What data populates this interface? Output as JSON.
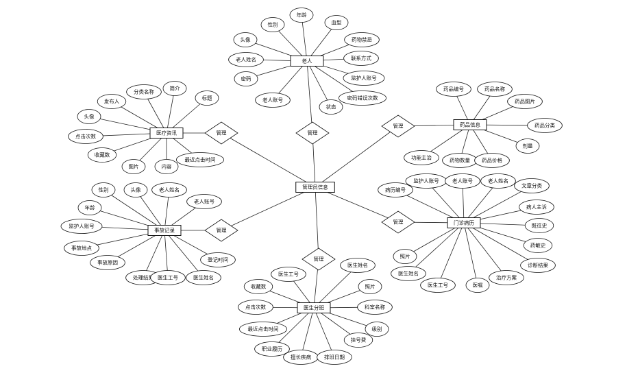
{
  "entities": [
    {
      "id": "admin",
      "label": "管理员信息"
    },
    {
      "id": "elder",
      "label": "老人"
    },
    {
      "id": "drug",
      "label": "药品信息"
    },
    {
      "id": "record",
      "label": "门诊病历"
    },
    {
      "id": "doctor",
      "label": "医生分班"
    },
    {
      "id": "accident",
      "label": "事故记录"
    },
    {
      "id": "news",
      "label": "医疗资讯"
    }
  ],
  "relationships": [
    {
      "id": "rel_elder",
      "label": "管理",
      "between": [
        "admin",
        "elder"
      ]
    },
    {
      "id": "rel_drug",
      "label": "管理",
      "between": [
        "admin",
        "drug"
      ]
    },
    {
      "id": "rel_record",
      "label": "管理",
      "between": [
        "admin",
        "record"
      ]
    },
    {
      "id": "rel_doctor",
      "label": "管理",
      "between": [
        "admin",
        "doctor"
      ]
    },
    {
      "id": "rel_accident",
      "label": "管理",
      "between": [
        "admin",
        "accident"
      ]
    },
    {
      "id": "rel_news",
      "label": "管理",
      "between": [
        "admin",
        "news"
      ]
    }
  ],
  "attributes": [
    {
      "id": "e1",
      "entity": "elder",
      "label": "性别"
    },
    {
      "id": "e2",
      "entity": "elder",
      "label": "年龄"
    },
    {
      "id": "e3",
      "entity": "elder",
      "label": "血型"
    },
    {
      "id": "e4",
      "entity": "elder",
      "label": "头像"
    },
    {
      "id": "e5",
      "entity": "elder",
      "label": "药物禁忌"
    },
    {
      "id": "e6",
      "entity": "elder",
      "label": "老人姓名"
    },
    {
      "id": "e7",
      "entity": "elder",
      "label": "联系方式"
    },
    {
      "id": "e8",
      "entity": "elder",
      "label": "密码"
    },
    {
      "id": "e9",
      "entity": "elder",
      "label": "监护人账号"
    },
    {
      "id": "e10",
      "entity": "elder",
      "label": "老人账号"
    },
    {
      "id": "e11",
      "entity": "elder",
      "label": "密码错误次数"
    },
    {
      "id": "e12",
      "entity": "elder",
      "label": "状态"
    },
    {
      "id": "d1",
      "entity": "drug",
      "label": "药品编号"
    },
    {
      "id": "d2",
      "entity": "drug",
      "label": "药品名称"
    },
    {
      "id": "d3",
      "entity": "drug",
      "label": "药品图片"
    },
    {
      "id": "d4",
      "entity": "drug",
      "label": "药品分类"
    },
    {
      "id": "d5",
      "entity": "drug",
      "label": "剂量"
    },
    {
      "id": "d6",
      "entity": "drug",
      "label": "功能主治"
    },
    {
      "id": "d7",
      "entity": "drug",
      "label": "药物数量"
    },
    {
      "id": "d8",
      "entity": "drug",
      "label": "药品价格"
    },
    {
      "id": "r1",
      "entity": "record",
      "label": "病历编号"
    },
    {
      "id": "r2",
      "entity": "record",
      "label": "监护人账号"
    },
    {
      "id": "r3",
      "entity": "record",
      "label": "老人账号"
    },
    {
      "id": "r4",
      "entity": "record",
      "label": "老人姓名"
    },
    {
      "id": "r5",
      "entity": "record",
      "label": "文章分类"
    },
    {
      "id": "r6",
      "entity": "record",
      "label": "病人主诉"
    },
    {
      "id": "r7",
      "entity": "record",
      "label": "既往史"
    },
    {
      "id": "r8",
      "entity": "record",
      "label": "药敏史"
    },
    {
      "id": "r9",
      "entity": "record",
      "label": "诊断结果"
    },
    {
      "id": "r10",
      "entity": "record",
      "label": "照片"
    },
    {
      "id": "r11",
      "entity": "record",
      "label": "医生姓名"
    },
    {
      "id": "r12",
      "entity": "record",
      "label": "医生工号"
    },
    {
      "id": "r13",
      "entity": "record",
      "label": "医嘱"
    },
    {
      "id": "r14",
      "entity": "record",
      "label": "治疗方案"
    },
    {
      "id": "c1",
      "entity": "doctor",
      "label": "医生工号"
    },
    {
      "id": "c2",
      "entity": "doctor",
      "label": "医生姓名"
    },
    {
      "id": "c3",
      "entity": "doctor",
      "label": "收藏数"
    },
    {
      "id": "c4",
      "entity": "doctor",
      "label": "照片"
    },
    {
      "id": "c5",
      "entity": "doctor",
      "label": "点击次数"
    },
    {
      "id": "c6",
      "entity": "doctor",
      "label": "科室名称"
    },
    {
      "id": "c7",
      "entity": "doctor",
      "label": "最近点击时间"
    },
    {
      "id": "c8",
      "entity": "doctor",
      "label": "级别"
    },
    {
      "id": "c9",
      "entity": "doctor",
      "label": "职业履历"
    },
    {
      "id": "c10",
      "entity": "doctor",
      "label": "擅长疾病"
    },
    {
      "id": "c11",
      "entity": "doctor",
      "label": "排班日期"
    },
    {
      "id": "c12",
      "entity": "doctor",
      "label": "挂号费"
    },
    {
      "id": "a1",
      "entity": "accident",
      "label": "性别"
    },
    {
      "id": "a2",
      "entity": "accident",
      "label": "头像"
    },
    {
      "id": "a3",
      "entity": "accident",
      "label": "老人姓名"
    },
    {
      "id": "a4",
      "entity": "accident",
      "label": "年龄"
    },
    {
      "id": "a5",
      "entity": "accident",
      "label": "老人账号"
    },
    {
      "id": "a6",
      "entity": "accident",
      "label": "监护人账号"
    },
    {
      "id": "a7",
      "entity": "accident",
      "label": "事故地点"
    },
    {
      "id": "a8",
      "entity": "accident",
      "label": "事故原因"
    },
    {
      "id": "a9",
      "entity": "accident",
      "label": "登记时间"
    },
    {
      "id": "a10",
      "entity": "accident",
      "label": "处理结果"
    },
    {
      "id": "a11",
      "entity": "accident",
      "label": "医生工号"
    },
    {
      "id": "a12",
      "entity": "accident",
      "label": "医生姓名"
    },
    {
      "id": "n1",
      "entity": "news",
      "label": "发布人"
    },
    {
      "id": "n2",
      "entity": "news",
      "label": "分类名称"
    },
    {
      "id": "n3",
      "entity": "news",
      "label": "简介"
    },
    {
      "id": "n4",
      "entity": "news",
      "label": "标题"
    },
    {
      "id": "n5",
      "entity": "news",
      "label": "头像"
    },
    {
      "id": "n6",
      "entity": "news",
      "label": "点击次数"
    },
    {
      "id": "n7",
      "entity": "news",
      "label": "收藏数"
    },
    {
      "id": "n8",
      "entity": "news",
      "label": "图片"
    },
    {
      "id": "n9",
      "entity": "news",
      "label": "内容"
    },
    {
      "id": "n10",
      "entity": "news",
      "label": "最近点击时间"
    }
  ]
}
